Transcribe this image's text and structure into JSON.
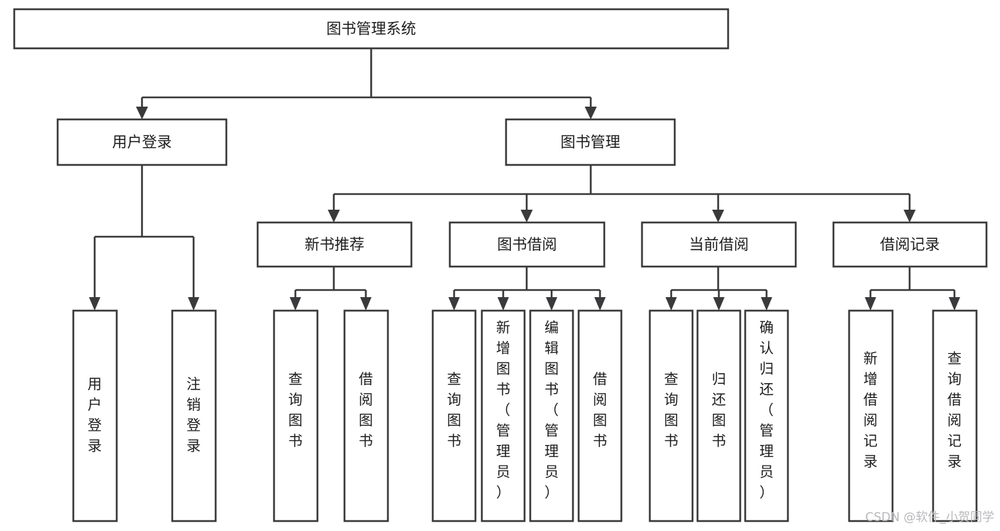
{
  "diagram": {
    "title": "图书管理系统",
    "type": "tree-hierarchy-chart",
    "root": {
      "id": "root",
      "label": "图书管理系统",
      "orientation": "horizontal"
    },
    "level2": [
      {
        "id": "user-login",
        "label": "用户登录",
        "orientation": "horizontal"
      },
      {
        "id": "book-manage",
        "label": "图书管理",
        "orientation": "horizontal"
      }
    ],
    "level3": [
      {
        "id": "new-book-recommend",
        "label": "新书推荐",
        "orientation": "horizontal"
      },
      {
        "id": "book-borrow",
        "label": "图书借阅",
        "orientation": "horizontal"
      },
      {
        "id": "current-borrow",
        "label": "当前借阅",
        "orientation": "horizontal"
      },
      {
        "id": "borrow-record",
        "label": "借阅记录",
        "orientation": "horizontal"
      }
    ],
    "leaves": {
      "user-login": [
        {
          "id": "leaf-user-login",
          "label": "用户登录",
          "orientation": "vertical"
        },
        {
          "id": "leaf-logout",
          "label": "注销登录",
          "orientation": "vertical"
        }
      ],
      "new-book-recommend": [
        {
          "id": "leaf-query-book-1",
          "label": "查询图书",
          "orientation": "vertical"
        },
        {
          "id": "leaf-borrow-book-1",
          "label": "借阅图书",
          "orientation": "vertical"
        }
      ],
      "book-borrow": [
        {
          "id": "leaf-query-book-2",
          "label": "查询图书",
          "orientation": "vertical"
        },
        {
          "id": "leaf-add-book",
          "label": "新增图书（管理员）",
          "orientation": "vertical"
        },
        {
          "id": "leaf-edit-book",
          "label": "编辑图书（管理员）",
          "orientation": "vertical"
        },
        {
          "id": "leaf-borrow-book-2",
          "label": "借阅图书",
          "orientation": "vertical"
        }
      ],
      "current-borrow": [
        {
          "id": "leaf-query-book-3",
          "label": "查询图书",
          "orientation": "vertical"
        },
        {
          "id": "leaf-return-book",
          "label": "归还图书",
          "orientation": "vertical"
        },
        {
          "id": "leaf-confirm-return",
          "label": "确认归还（管理员）",
          "orientation": "vertical"
        }
      ],
      "borrow-record": [
        {
          "id": "leaf-add-record",
          "label": "新增借阅记录",
          "orientation": "vertical"
        },
        {
          "id": "leaf-query-record",
          "label": "查询借阅记录",
          "orientation": "vertical"
        }
      ]
    },
    "colors": {
      "box_fill": "#ffffff",
      "box_stroke": "#3a3a3c",
      "text": "#1d1d1f",
      "background": "#ffffff",
      "watermark": "#b8b8bb"
    }
  },
  "watermark": {
    "text": "CSDN @软件_小贺同学"
  }
}
